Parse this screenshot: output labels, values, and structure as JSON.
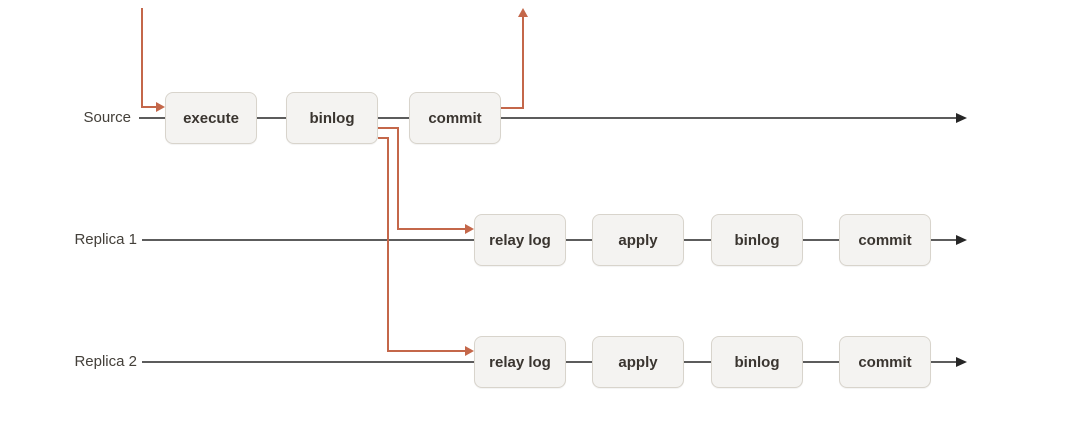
{
  "diagram": {
    "description": "MySQL source to replica binary log replication flow",
    "rows": [
      {
        "label": "Source",
        "boxes": [
          "execute",
          "binlog",
          "commit"
        ]
      },
      {
        "label": "Replica 1",
        "boxes": [
          "relay log",
          "apply",
          "binlog",
          "commit"
        ]
      },
      {
        "label": "Replica 2",
        "boxes": [
          "relay log",
          "apply",
          "binlog",
          "commit"
        ]
      }
    ],
    "colors": {
      "accent_arrow": "#c4674a",
      "timeline": "#5c5c5c",
      "timeline_arrowhead": "#262626",
      "box_fill": "#f4f3f1",
      "box_border": "#d8d4cc",
      "box_text": "#3a3530",
      "label_text": "#44403a",
      "background": "#ffffff"
    }
  }
}
